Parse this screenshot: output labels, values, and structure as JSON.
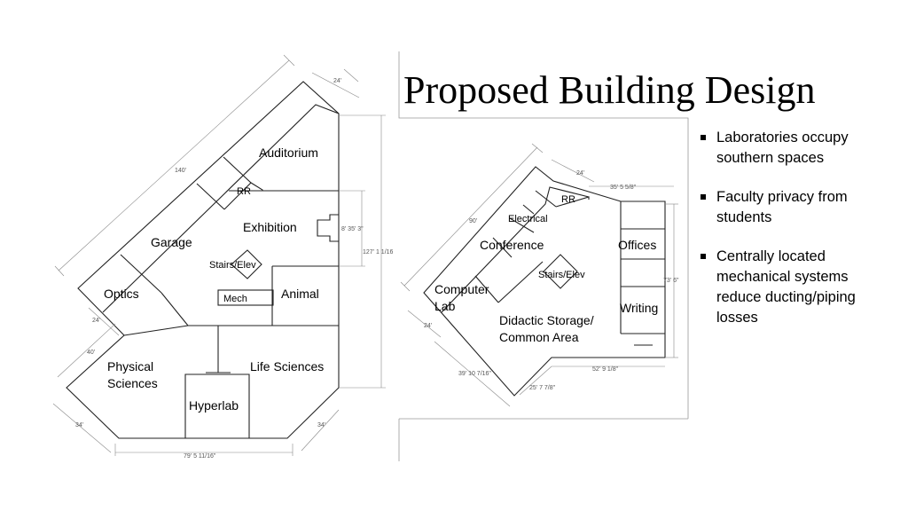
{
  "slide": {
    "title": "Proposed Building Design",
    "bullets": [
      "Laboratories occupy southern spaces",
      "Faculty privacy from students",
      "Centrally located mechanical systems reduce ducting/piping losses"
    ]
  },
  "plan_left": {
    "rooms": {
      "auditorium": "Auditorium",
      "rr": "RR",
      "exhibition": "Exhibition",
      "garage": "Garage",
      "stairs": "Stairs/Elev",
      "mech": "Mech",
      "animal": "Animal",
      "optics": "Optics",
      "physical_1": "Physical",
      "physical_2": "Sciences",
      "life_sciences": "Life Sciences",
      "hyperlab": "Hyperlab"
    },
    "dims": {
      "d140": "140'",
      "d24_top": "24'",
      "d24_left": "24'",
      "d40": "40'",
      "d34_left": "34'",
      "d34_right": "34'",
      "d35": "8'  35' 3\"",
      "d127": "127' 1 1/16",
      "d79": "79' 5 11/16\""
    }
  },
  "plan_right": {
    "rooms": {
      "electrical": "Electrical",
      "rr": "RR",
      "conference": "Conference",
      "offices": "Offices",
      "stairs": "Stairs/Elev",
      "computer_1": "Computer",
      "computer_2": "Lab",
      "writing": "Writing",
      "didactic_1": "Didactic Storage/",
      "didactic_2": "Common Area"
    },
    "dims": {
      "d90": "90'",
      "d24_top": "24'",
      "d35": "35' 5 5/8\"",
      "d73": "73' 6\"",
      "d24_left": "24'",
      "d52": "52' 9 1/8\"",
      "d39": "39' 10 7/16\"",
      "d25": "25' 7 7/8\""
    }
  }
}
